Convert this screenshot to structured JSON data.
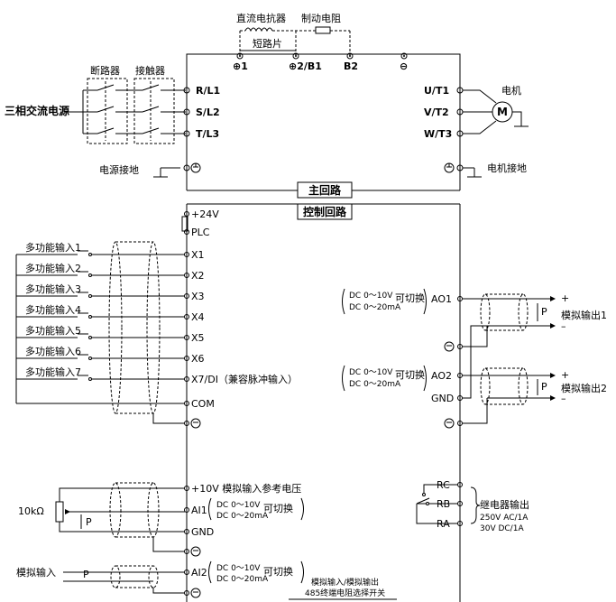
{
  "top": {
    "dc_reactor": "直流电抗器",
    "brake_resistor": "制动电阻",
    "jumper": "短路片",
    "terminals": [
      "⊕1",
      "⊕2/B1",
      "B2",
      "⊖"
    ]
  },
  "power_in": {
    "source": "三相交流电源",
    "breaker": "断路器",
    "contactor": "接触器",
    "terminals": [
      "R/L1",
      "S/L2",
      "T/L3"
    ],
    "ground_label": "电源接地"
  },
  "motor_out": {
    "terminals": [
      "U/T1",
      "V/T2",
      "W/T3"
    ],
    "motor_label": "电机",
    "motor_symbol": "M",
    "ground_label": "电机接地"
  },
  "section_labels": {
    "main": "主回路",
    "control": "控制回路"
  },
  "digital_inputs": {
    "plus24": "+24V",
    "plc": "PLC",
    "names": [
      "多功能输入1",
      "多功能输入2",
      "多功能输入3",
      "多功能输入4",
      "多功能输入5",
      "多功能输入6",
      "多功能输入7"
    ],
    "terminals": [
      "X1",
      "X2",
      "X3",
      "X4",
      "X5",
      "X6",
      "X7/DI（兼容脉冲输入）"
    ],
    "com": "COM"
  },
  "analog_outputs": {
    "range1": "DC 0～10V",
    "range2": "DC 0～20mA",
    "switchable": "可切换",
    "ao1": "AO1",
    "ao2": "AO2",
    "gnd": "GND",
    "label1": "模拟输出1",
    "label2": "模拟输出2",
    "p": "P",
    "plus": "+",
    "minus": "–"
  },
  "relay": {
    "terminals": [
      "RC",
      "RB",
      "RA"
    ],
    "title": "继电器输出",
    "rating1": "250V  AC/1A",
    "rating2": "30V   DC/1A"
  },
  "analog_inputs": {
    "ref": "+10V  模拟输入参考电压",
    "ai1": "AI1",
    "gnd": "GND",
    "ai2": "AI2",
    "pot": "10kΩ",
    "p": "P",
    "range1": "DC 0～10V",
    "range2": "DC 0～20mA",
    "switchable": "可切换",
    "analog_in_label": "模拟输入",
    "switch_note1": "模拟输入/模拟输出",
    "switch_note2": "485终端电阻选择开关"
  }
}
